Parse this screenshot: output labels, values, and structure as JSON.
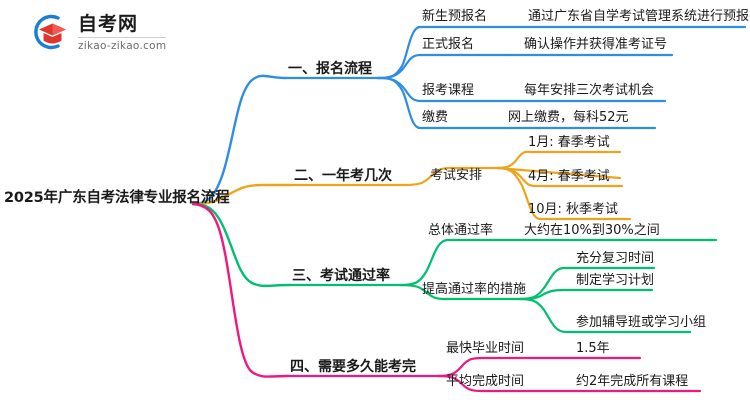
{
  "logo": {
    "icon": "graduation-cap-logo-icon",
    "name": "自考网",
    "url": "zikao-zikao.com",
    "arc_color": "#1a7fd4",
    "cap_color": "#e0342c"
  },
  "mindmap": {
    "root": {
      "label": "2025年广东自考法律专业报名流程"
    },
    "branches": [
      {
        "label": "一、报名流程",
        "color": "#2f8de4",
        "children": [
          {
            "label": "新生预报名",
            "detail": "通过广东省自学考试管理系统进行预报名"
          },
          {
            "label": "正式报名",
            "detail": "确认操作并获得准考证号"
          },
          {
            "label": "报考课程",
            "detail": "每年安排三次考试机会"
          },
          {
            "label": "缴费",
            "detail": "网上缴费，每科52元"
          }
        ]
      },
      {
        "label": "二、一年考几次",
        "color": "#efa31d",
        "children": [
          {
            "label": "考试安排",
            "grandchildren": [
              {
                "label": "1月: 春季考试"
              },
              {
                "label": "4月: 春季考试"
              },
              {
                "label": "10月: 秋季考试"
              }
            ]
          }
        ]
      },
      {
        "label": "三、考试通过率",
        "color": "#00bf6f",
        "children": [
          {
            "label": "总体通过率",
            "detail": "大约在10%到30%之间"
          },
          {
            "label": "提高通过率的措施",
            "grandchildren": [
              {
                "label": "充分复习时间"
              },
              {
                "label": "制定学习计划"
              },
              {
                "label": "参加辅导班或学习小组"
              }
            ]
          }
        ]
      },
      {
        "label": "四、需要多久能考完",
        "color": "#f01880",
        "children": [
          {
            "label": "最快毕业时间",
            "detail": "1.5年"
          },
          {
            "label": "平均完成时间",
            "detail": "约2年完成所有课程"
          }
        ]
      }
    ]
  }
}
